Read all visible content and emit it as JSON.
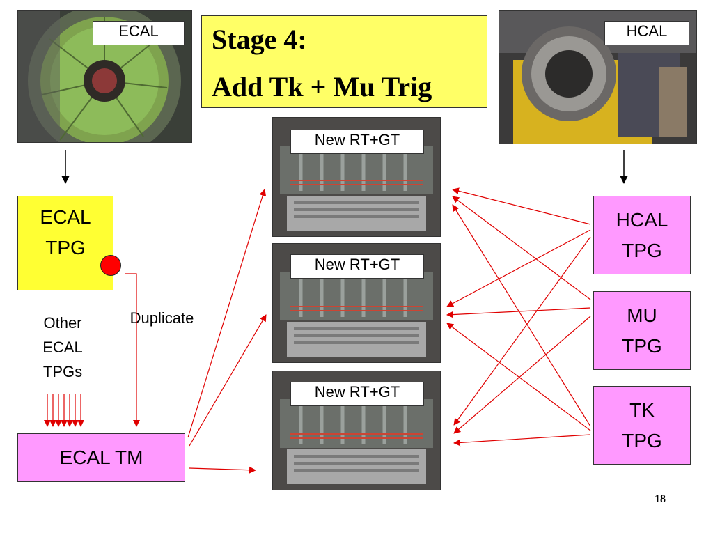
{
  "title": {
    "line1": "Stage 4:",
    "line2": "Add Tk + Mu Trig"
  },
  "photos": {
    "ecal_label": "ECAL",
    "hcal_label": "HCAL",
    "rack_label": "New RT+GT"
  },
  "nodes": {
    "ecal_tpg": [
      "ECAL",
      "TPG"
    ],
    "hcal_tpg": [
      "HCAL",
      "TPG"
    ],
    "mu_tpg": [
      "MU",
      "TPG"
    ],
    "tk_tpg": [
      "TK",
      "TPG"
    ],
    "ecal_tm": "ECAL TM"
  },
  "annotations": {
    "duplicate": "Duplicate",
    "other_ecal": [
      "Other",
      "ECAL",
      "TPGs"
    ]
  },
  "page_number": "18",
  "colors": {
    "arrow_red": "#e00000",
    "title_bg": "#ffff66",
    "tpg_yellow": "#ffff33",
    "tpg_pink": "#ff99ff"
  }
}
